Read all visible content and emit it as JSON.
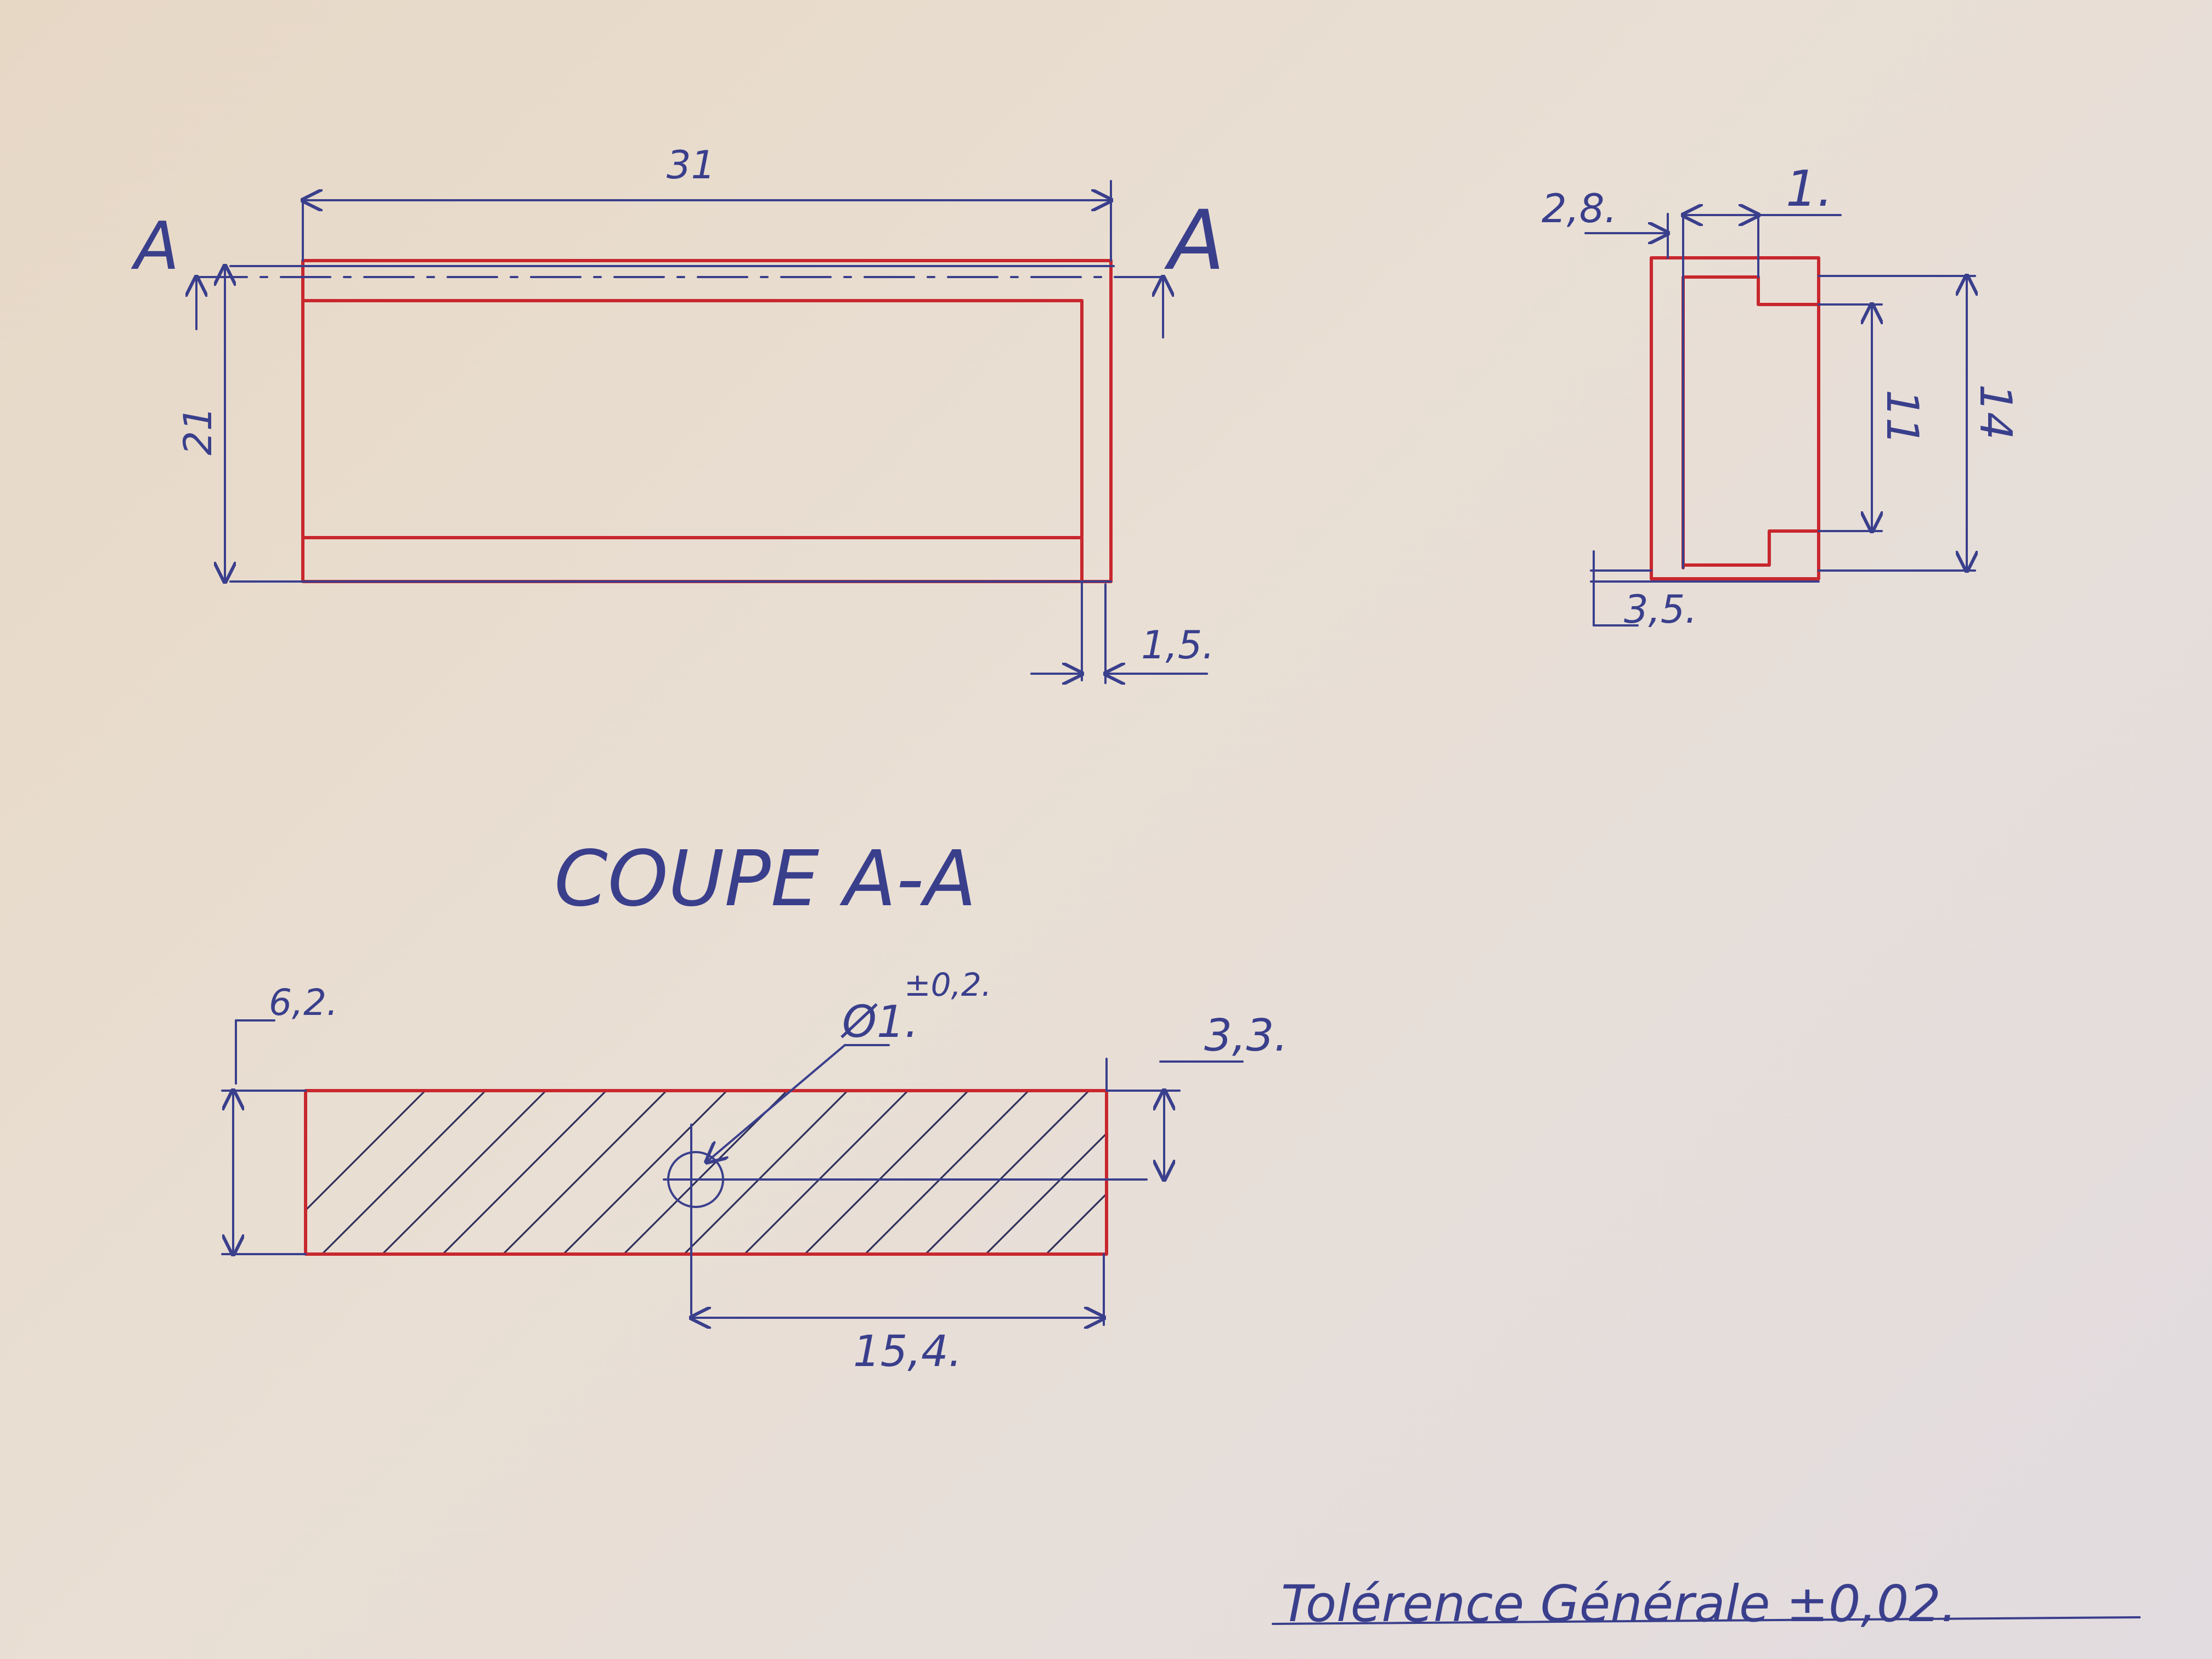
{
  "top_view": {
    "width_label": "31",
    "height_label": "21",
    "offset_label": "1,5.",
    "section_mark_left": "A",
    "section_mark_right": "A"
  },
  "side_view": {
    "top_left_label": "2,8.",
    "top_right_label": "1.",
    "inner_height_label": "11",
    "outer_height_label": "14",
    "bottom_label": "3,5."
  },
  "section_view": {
    "title": "COUPE A-A",
    "left_height_label": "6,2.",
    "right_height_label": "3,3.",
    "hole_label": "Ø1.",
    "hole_tolerance": "±0,2.",
    "hole_offset_label": "15,4."
  },
  "note": {
    "tolerance_text": "Tolérence Générale ±0,02."
  },
  "colors": {
    "ink_blue": "#3a3f8c",
    "ink_red": "#c8272e",
    "paper": "#e9ddd0"
  }
}
